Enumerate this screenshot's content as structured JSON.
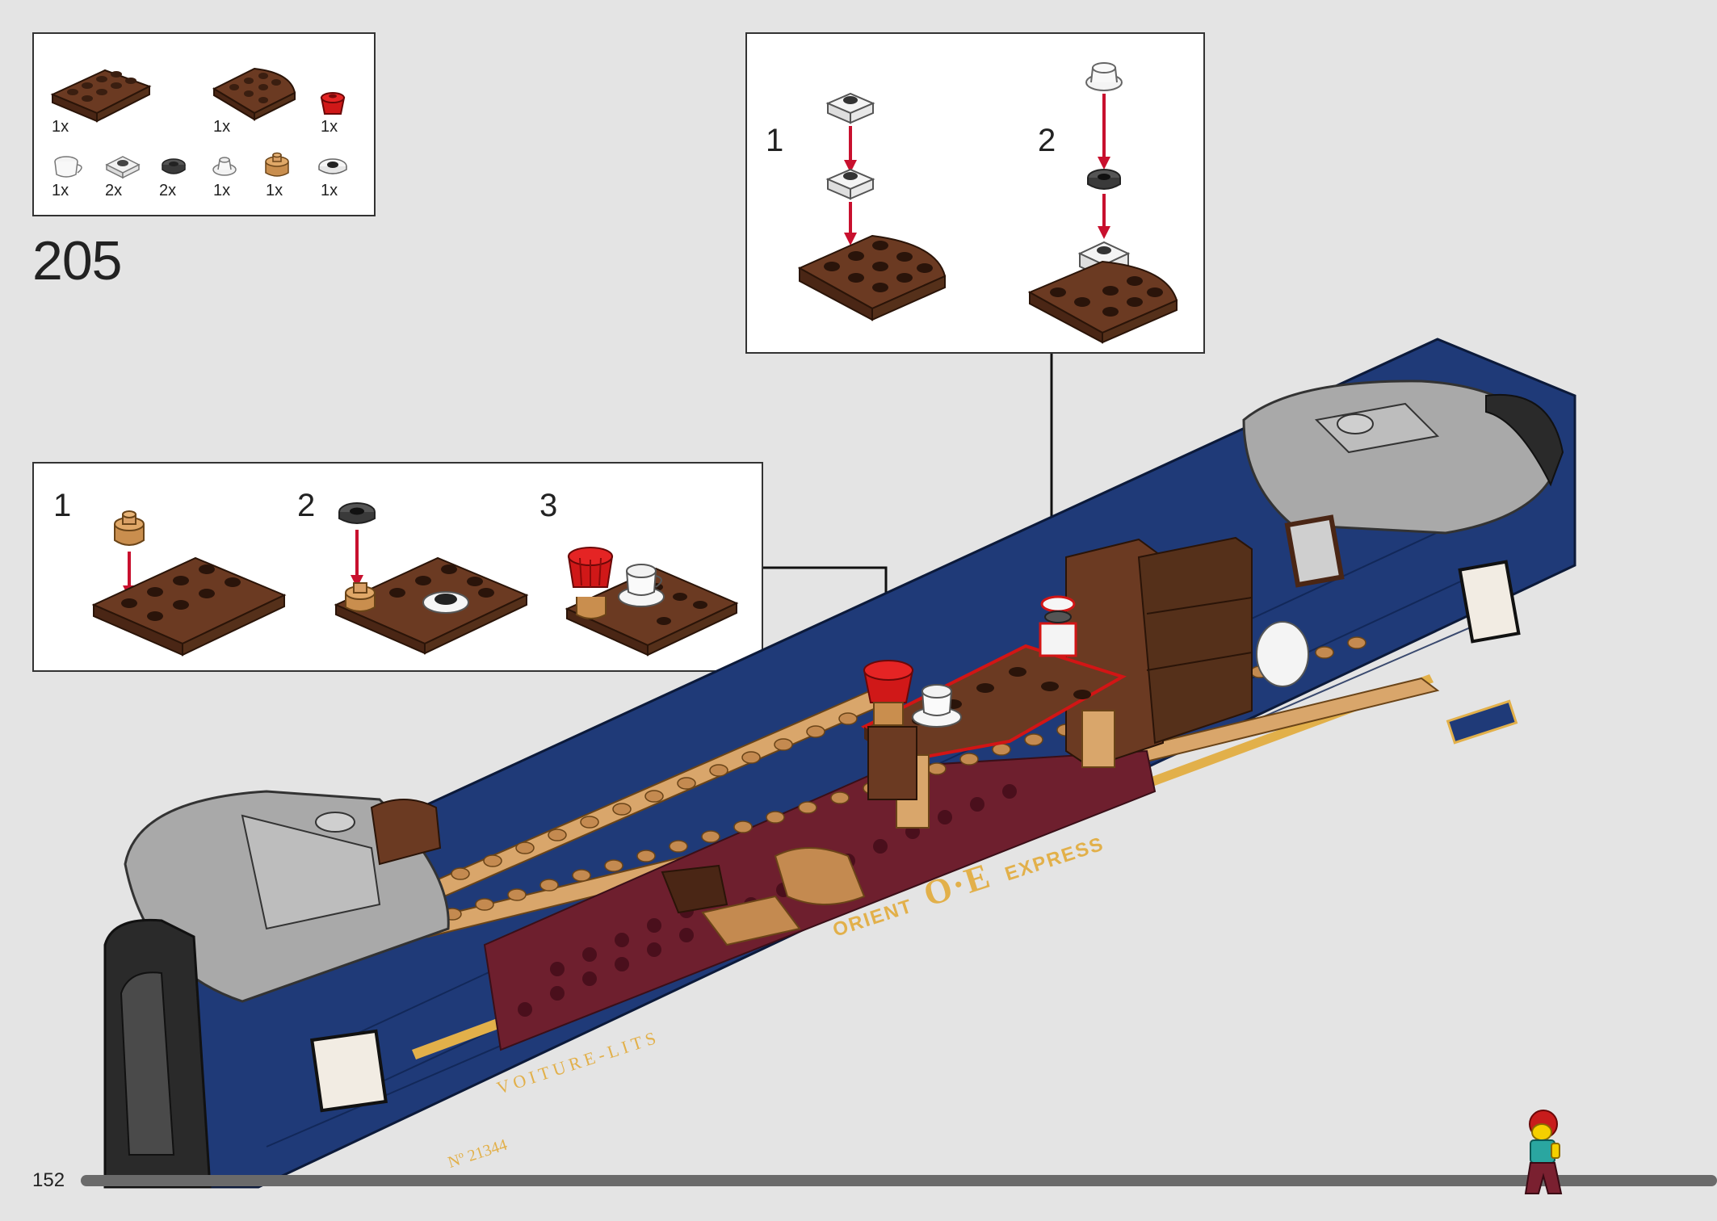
{
  "step": {
    "number": "205"
  },
  "parts_list": {
    "row1": [
      {
        "part": "brown-plate-2x4",
        "qty": "1x"
      },
      {
        "part": "brown-quarter-round-plate",
        "qty": "1x"
      },
      {
        "part": "red-flower-cup",
        "qty": "1x"
      }
    ],
    "row2": [
      {
        "part": "trans-clear-cup",
        "qty": "1x"
      },
      {
        "part": "trans-clear-plate-1x1",
        "qty": "2x"
      },
      {
        "part": "black-round-tile",
        "qty": "2x"
      },
      {
        "part": "trans-clear-round-cone",
        "qty": "1x"
      },
      {
        "part": "tan-round-brick",
        "qty": "1x"
      },
      {
        "part": "white-round-plate",
        "qty": "1x"
      }
    ]
  },
  "callout_top": {
    "steps": [
      "1",
      "2"
    ]
  },
  "callout_left": {
    "steps": [
      "1",
      "2",
      "3"
    ]
  },
  "train": {
    "logo_left": "ORIENT",
    "logo_mark": "O·E",
    "logo_right": "EXPRESS",
    "car_label": "VOITURE-LITS",
    "car_number": "Nº 21344"
  },
  "footer": {
    "page_number": "152",
    "progress": 0.93
  },
  "colors": {
    "brown": "#6b3a22",
    "dark_brown": "#4a2615",
    "navy": "#1f3a78",
    "tan": "#d9a66b",
    "red_arrow": "#c8102e",
    "gold": "#e2b04a",
    "maroon": "#6e1f2e",
    "roof_gray": "#a9a9a9"
  }
}
